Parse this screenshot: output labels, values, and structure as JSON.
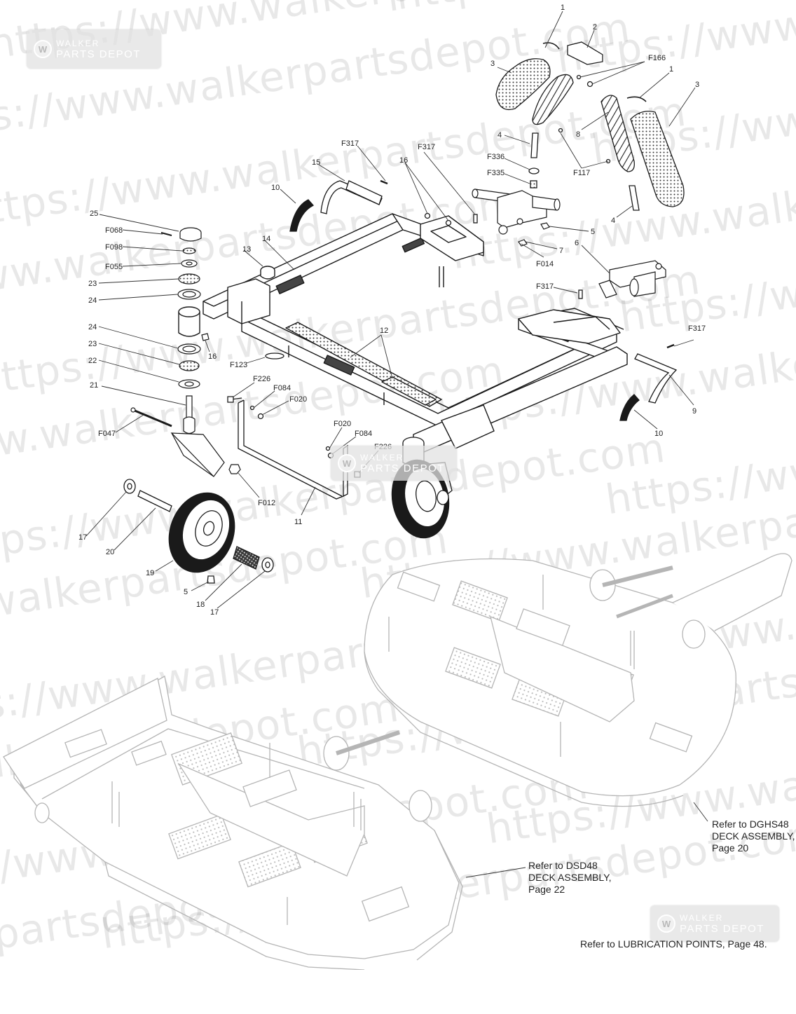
{
  "watermark": {
    "text_lines": [
      "https://www.walkerpartsdepot.com",
      "https://www.walkerpartsdepot.com",
      "https://www.walkerpartsdepot.com",
      "https://www.walkerpartsdepot.com",
      "https://www.walkerpartsdepot.com",
      "https://www.walkerpartsdepot.com",
      "https://www.walkerpartsdepot.com",
      "https://www.walkerpartsdepot.com",
      "https://www.walkerpartsdepot.com",
      "https://www.walkerpartsdepot.com",
      "https://www.walkerpartsdepot.com",
      "https://www.walkerpartsdepot.com",
      "https://www.walkerpartsdepot.com",
      "https://www.walkerpartsdepot.com",
      "https://www.walkerpartsdepot.com",
      "https://www.walkerpartsdepot.com",
      "https://www.walkerpartsdepot.com",
      "https://www.walkerpartsdepot.com",
      "https://www.walkerpartsdepot.com",
      "https://www.walkerpartsdepot.com",
      "https://www.walkerpartsdepot.com",
      "https://www.walkerpartsdepot.com",
      "https://www.walkerpartsdepot.com",
      "https://www.walkerpartsdepot.com"
    ],
    "logo_line1": "WALKER",
    "logo_line2": "PARTS DEPOT",
    "logo_mark": "W"
  },
  "callouts": {
    "dghs48": {
      "line1": "Refer to DGHS48",
      "line2": "DECK ASSEMBLY,",
      "line3": "Page 20"
    },
    "dsd48": {
      "line1": "Refer to DSD48",
      "line2": "DECK ASSEMBLY,",
      "line3": "Page 22"
    },
    "lubrication": "Refer to LUBRICATION POINTS, Page 48."
  },
  "part_labels": [
    "1",
    "2",
    "3",
    "F166",
    "1",
    "3",
    "8",
    "4",
    "F336",
    "F335",
    "F117",
    "4",
    "5",
    "7",
    "F014",
    "6",
    "F317",
    "15",
    "F317",
    "16",
    "F317",
    "10",
    "25",
    "F068",
    "F098",
    "F055",
    "23",
    "24",
    "13",
    "14",
    "12",
    "24",
    "23",
    "22",
    "16",
    "F123",
    "21",
    "F047",
    "F226",
    "F084",
    "F020",
    "F020",
    "F084",
    "F226",
    "F012",
    "11",
    "17",
    "20",
    "19",
    "5",
    "18",
    "17",
    "F317",
    "9",
    "10"
  ],
  "colors": {
    "line": "#1a1a1a",
    "watermark": "#d4d4d4",
    "deck_line": "#b8b8b8",
    "tire": "#1a1a1a"
  }
}
